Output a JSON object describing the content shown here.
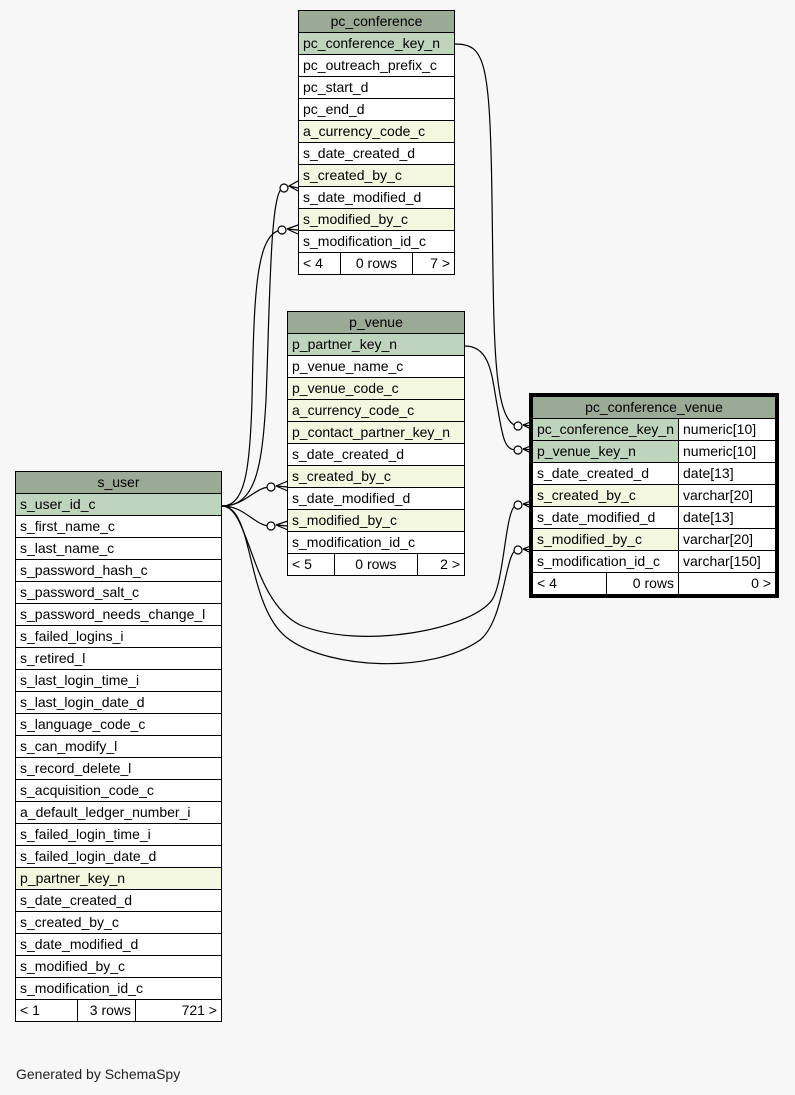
{
  "tables": {
    "pc_conference": {
      "name": "pc_conference",
      "columns": [
        {
          "name": "pc_conference_key_n",
          "kind": "pk"
        },
        {
          "name": "pc_outreach_prefix_c",
          "kind": "plain"
        },
        {
          "name": "pc_start_d",
          "kind": "plain"
        },
        {
          "name": "pc_end_d",
          "kind": "plain"
        },
        {
          "name": "a_currency_code_c",
          "kind": "fk"
        },
        {
          "name": "s_date_created_d",
          "kind": "plain"
        },
        {
          "name": "s_created_by_c",
          "kind": "fk"
        },
        {
          "name": "s_date_modified_d",
          "kind": "plain"
        },
        {
          "name": "s_modified_by_c",
          "kind": "fk"
        },
        {
          "name": "s_modification_id_c",
          "kind": "plain"
        }
      ],
      "footer": {
        "parents": "< 4",
        "rows": "0 rows",
        "children": "7 >"
      }
    },
    "p_venue": {
      "name": "p_venue",
      "columns": [
        {
          "name": "p_partner_key_n",
          "kind": "pk"
        },
        {
          "name": "p_venue_name_c",
          "kind": "plain"
        },
        {
          "name": "p_venue_code_c",
          "kind": "fk"
        },
        {
          "name": "a_currency_code_c",
          "kind": "fk"
        },
        {
          "name": "p_contact_partner_key_n",
          "kind": "fk"
        },
        {
          "name": "s_date_created_d",
          "kind": "plain"
        },
        {
          "name": "s_created_by_c",
          "kind": "fk"
        },
        {
          "name": "s_date_modified_d",
          "kind": "plain"
        },
        {
          "name": "s_modified_by_c",
          "kind": "fk"
        },
        {
          "name": "s_modification_id_c",
          "kind": "plain"
        }
      ],
      "footer": {
        "parents": "< 5",
        "rows": "0 rows",
        "children": "2 >"
      }
    },
    "pc_conference_venue": {
      "name": "pc_conference_venue",
      "columns": [
        {
          "name": "pc_conference_key_n",
          "type": "numeric[10]",
          "kind": "pk"
        },
        {
          "name": "p_venue_key_n",
          "type": "numeric[10]",
          "kind": "pk"
        },
        {
          "name": "s_date_created_d",
          "type": "date[13]",
          "kind": "plain"
        },
        {
          "name": "s_created_by_c",
          "type": "varchar[20]",
          "kind": "fk"
        },
        {
          "name": "s_date_modified_d",
          "type": "date[13]",
          "kind": "plain"
        },
        {
          "name": "s_modified_by_c",
          "type": "varchar[20]",
          "kind": "fk"
        },
        {
          "name": "s_modification_id_c",
          "type": "varchar[150]",
          "kind": "plain"
        }
      ],
      "footer": {
        "parents": "< 4",
        "rows": "0 rows",
        "children": "0 >"
      }
    },
    "s_user": {
      "name": "s_user",
      "columns": [
        {
          "name": "s_user_id_c",
          "kind": "pk"
        },
        {
          "name": "s_first_name_c",
          "kind": "plain"
        },
        {
          "name": "s_last_name_c",
          "kind": "plain"
        },
        {
          "name": "s_password_hash_c",
          "kind": "plain"
        },
        {
          "name": "s_password_salt_c",
          "kind": "plain"
        },
        {
          "name": "s_password_needs_change_l",
          "kind": "plain"
        },
        {
          "name": "s_failed_logins_i",
          "kind": "plain"
        },
        {
          "name": "s_retired_l",
          "kind": "plain"
        },
        {
          "name": "s_last_login_time_i",
          "kind": "plain"
        },
        {
          "name": "s_last_login_date_d",
          "kind": "plain"
        },
        {
          "name": "s_language_code_c",
          "kind": "plain"
        },
        {
          "name": "s_can_modify_l",
          "kind": "plain"
        },
        {
          "name": "s_record_delete_l",
          "kind": "plain"
        },
        {
          "name": "s_acquisition_code_c",
          "kind": "plain"
        },
        {
          "name": "a_default_ledger_number_i",
          "kind": "plain"
        },
        {
          "name": "s_failed_login_time_i",
          "kind": "plain"
        },
        {
          "name": "s_failed_login_date_d",
          "kind": "plain"
        },
        {
          "name": "p_partner_key_n",
          "kind": "fk"
        },
        {
          "name": "s_date_created_d",
          "kind": "plain"
        },
        {
          "name": "s_created_by_c",
          "kind": "plain"
        },
        {
          "name": "s_date_modified_d",
          "kind": "plain"
        },
        {
          "name": "s_modified_by_c",
          "kind": "plain"
        },
        {
          "name": "s_modification_id_c",
          "kind": "plain"
        }
      ],
      "footer": {
        "parents": "< 1",
        "rows": "3 rows",
        "children": "721 >"
      }
    }
  },
  "credit": "Generated by SchemaSpy"
}
